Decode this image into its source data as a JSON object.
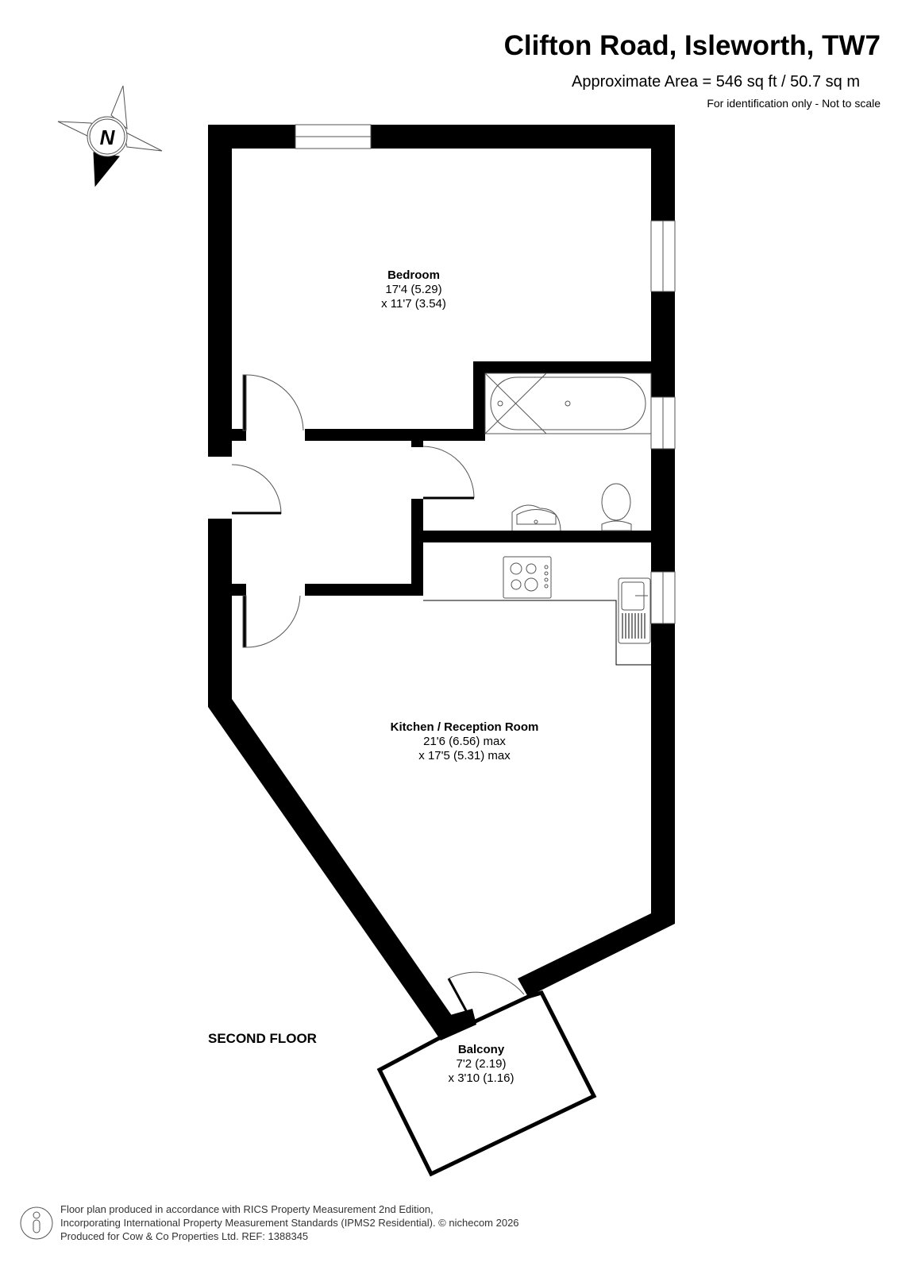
{
  "header": {
    "title": "Clifton Road, Isleworth, TW7",
    "area": "Approximate Area = 546 sq ft / 50.7 sq m",
    "note": "For identification only - Not to scale"
  },
  "compass": {
    "icon": "north-arrow-icon",
    "label": "N"
  },
  "floor_label": "SECOND FLOOR",
  "rooms": [
    {
      "name": "Bedroom",
      "dim1": "17'4 (5.29)",
      "dim2": "x 11'7 (3.54)"
    },
    {
      "name": "Kitchen / Reception Room",
      "dim1": "21'6 (6.56) max",
      "dim2": "x 17'5 (5.31) max"
    },
    {
      "name": "Balcony",
      "dim1": "7'2 (2.19)",
      "dim2": "x 3'10 (1.16)"
    }
  ],
  "footer": {
    "line1": "Floor plan produced in accordance with RICS Property Measurement 2nd Edition,",
    "line2": "Incorporating International Property Measurement Standards (IPMS2 Residential).   © nichecom 2026",
    "line3": "Produced for Cow & Co Properties Ltd.   REF: 1388345"
  },
  "colors": {
    "wall": "#000000",
    "background": "#ffffff",
    "fixture_line": "#555555"
  }
}
